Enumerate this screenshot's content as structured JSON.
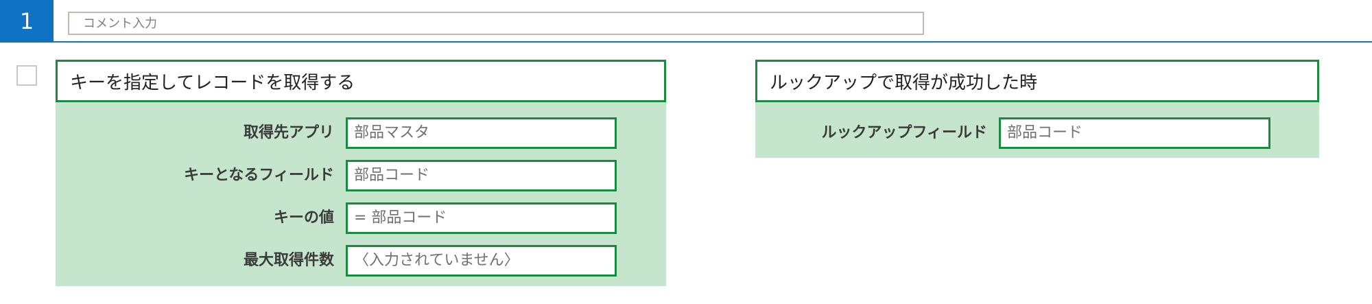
{
  "header": {
    "step_number": "1",
    "comment_placeholder": "コメント入力"
  },
  "left_panel": {
    "title": "キーを指定してレコードを取得する",
    "rows": [
      {
        "label": "取得先アプリ",
        "value": "部品マスタ"
      },
      {
        "label": "キーとなるフィールド",
        "value": "部品コード"
      },
      {
        "label": "キーの値",
        "value": "= 部品コード"
      },
      {
        "label": "最大取得件数",
        "value": "〈入力されていません〉"
      }
    ]
  },
  "right_panel": {
    "title": "ルックアップで取得が成功した時",
    "rows": [
      {
        "label": "ルックアップフィールド",
        "value": "部品コード"
      }
    ]
  },
  "colors": {
    "accent_blue": "#0f72c4",
    "panel_green": "#c5e6cd",
    "border_green": "#1a8a3e"
  }
}
